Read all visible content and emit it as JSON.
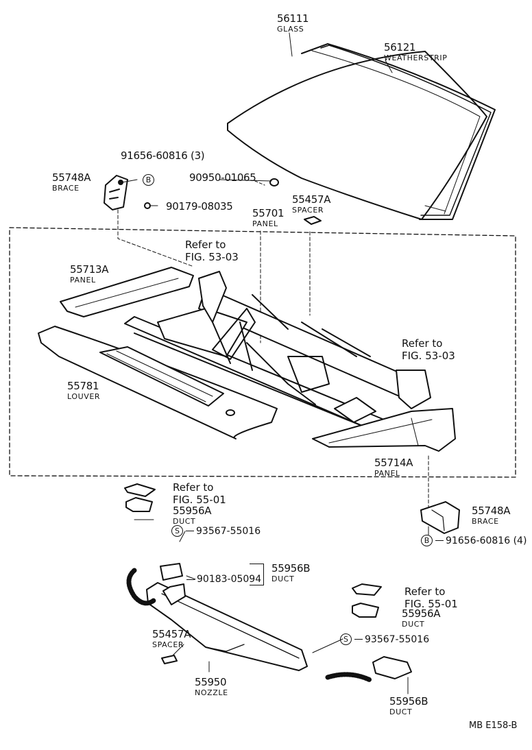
{
  "parts": {
    "glass": {
      "number": "56111",
      "name": "GLASS"
    },
    "weatherstrip": {
      "number": "56121",
      "name": "WEATHERSTRIP"
    },
    "bolt_top": {
      "number": "91656-60816 (3)"
    },
    "brace_left": {
      "number": "55748A",
      "name": "BRACE"
    },
    "nut": {
      "number": "90179-08035"
    },
    "clip": {
      "number": "90950-01065"
    },
    "spacer_top": {
      "number": "55457A",
      "name": "SPACER"
    },
    "cowl_panel": {
      "number": "55701",
      "name": "PANEL"
    },
    "panel_left": {
      "number": "55713A",
      "name": "PANEL"
    },
    "louver": {
      "number": "55781",
      "name": "LOUVER"
    },
    "panel_right": {
      "number": "55714A",
      "name": "PANEL"
    },
    "brace_right": {
      "number": "55748A",
      "name": "BRACE"
    },
    "bolt_right": {
      "number": "91656-60816 (4)",
      "symbol": "B"
    },
    "duct_a_upper": {
      "number": "55956A",
      "name": "DUCT"
    },
    "screw_upper": {
      "number": "93567-55016",
      "symbol": "S"
    },
    "duct_b_upper": {
      "number": "55956B",
      "name": "DUCT"
    },
    "clip_nozzle": {
      "number": "90183-05094"
    },
    "duct_a_lower": {
      "number": "55956A",
      "name": "DUCT"
    },
    "screw_lower": {
      "number": "93567-55016",
      "symbol": "S"
    },
    "spacer_bottom": {
      "number": "55457A",
      "name": "SPACER"
    },
    "nozzle": {
      "number": "55950",
      "name": "NOZZLE"
    },
    "duct_b_lower": {
      "number": "55956B",
      "name": "DUCT"
    }
  },
  "refs": {
    "fig5303_left": {
      "line1": "Refer to",
      "line2": "FIG. 53-03"
    },
    "fig5303_right": {
      "line1": "Refer to",
      "line2": "FIG. 53-03"
    },
    "fig5501_upper": {
      "line1": "Refer to",
      "line2": "FIG. 55-01"
    },
    "fig5501_lower": {
      "line1": "Refer to",
      "line2": "FIG. 55-01"
    }
  },
  "symbols": {
    "b_left": "B"
  },
  "footer": {
    "code": "MB  E158-B"
  }
}
